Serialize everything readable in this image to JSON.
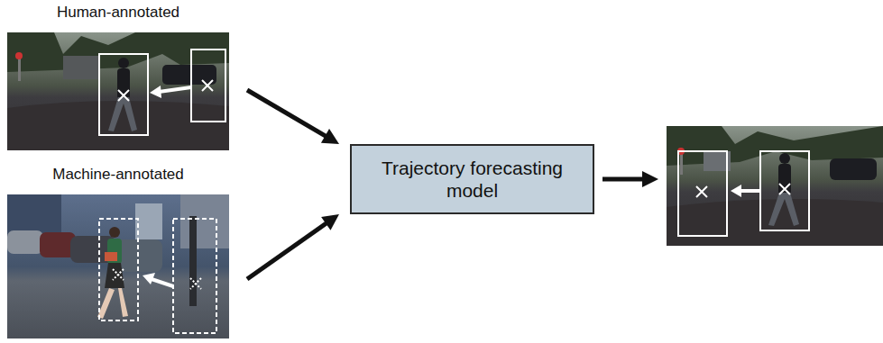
{
  "diagram": {
    "nodes": [
      {
        "text": [
          "Human-annotated"
        ]
      },
      {
        "text": [
          "Machine-annotated"
        ]
      },
      {
        "text": [
          "Trajectory forecasting model"
        ]
      }
    ],
    "edges": [
      {
        "from": 0,
        "to": 2,
        "arrow": "to"
      },
      {
        "from": 1,
        "to": 2,
        "arrow": "to"
      }
    ]
  }
}
